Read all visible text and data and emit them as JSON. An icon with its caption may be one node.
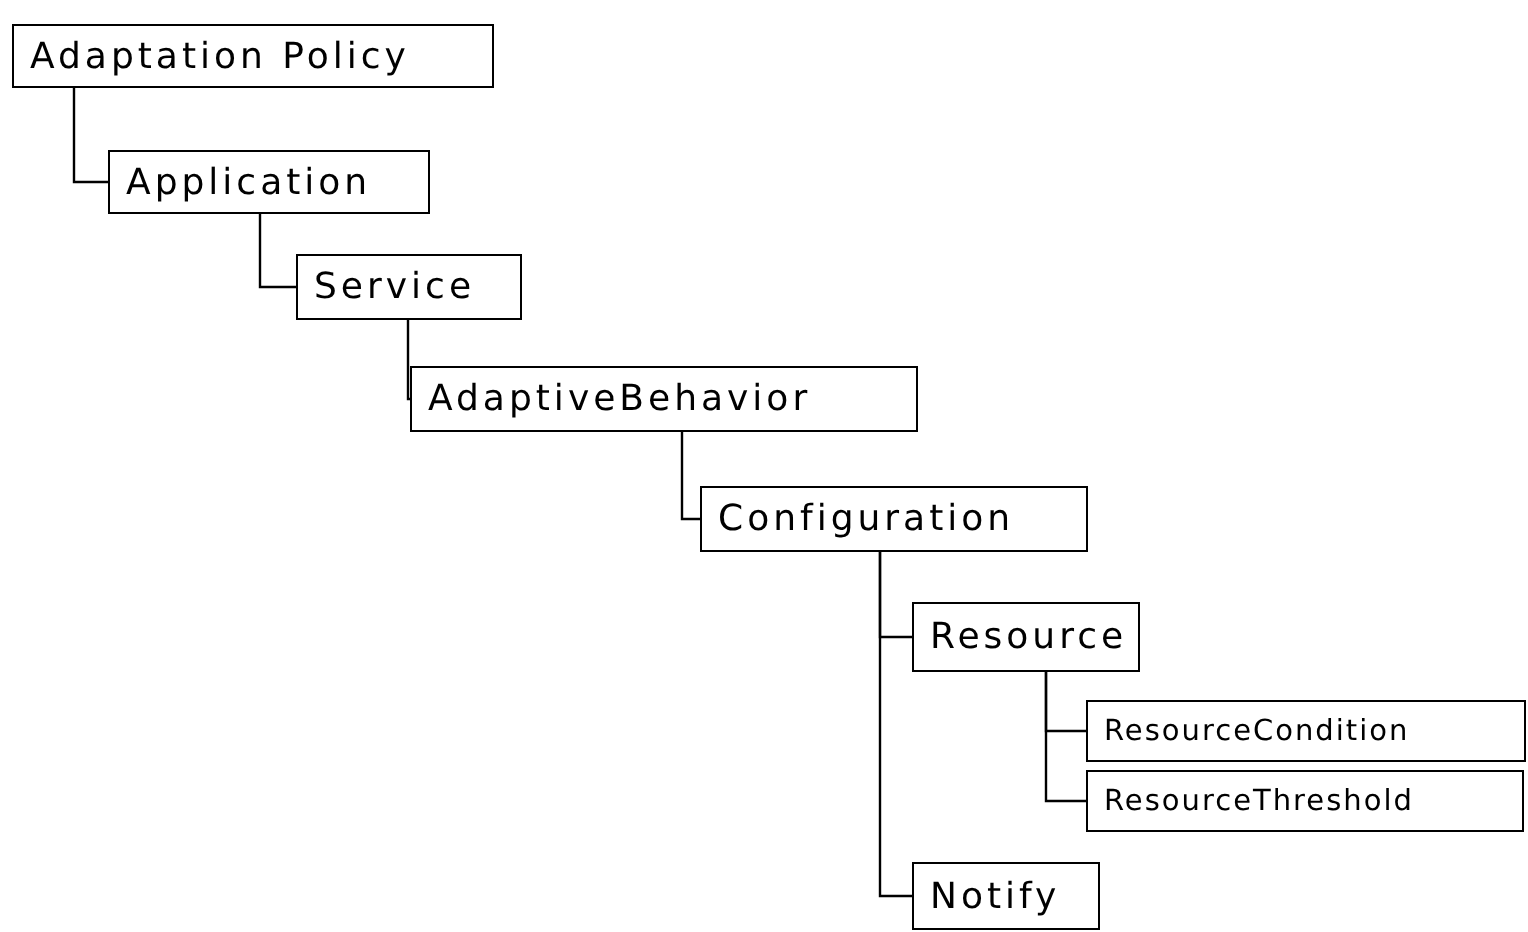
{
  "diagram": {
    "nodes": [
      {
        "text": [
          "Adaptation Policy"
        ]
      },
      {
        "text": [
          "Application"
        ]
      },
      {
        "text": [
          "Service"
        ]
      },
      {
        "text": [
          "AdaptiveBehavior"
        ]
      },
      {
        "text": [
          "Configuration"
        ]
      },
      {
        "text": [
          "Resource"
        ]
      },
      {
        "text": [
          "ResourceCondition"
        ]
      },
      {
        "text": [
          "ResourceThreshold"
        ]
      },
      {
        "text": [
          "Notify"
        ]
      }
    ],
    "edges": [
      {
        "from": 0,
        "to": 1,
        "arrow": "none"
      },
      {
        "from": 1,
        "to": 2,
        "arrow": "none"
      },
      {
        "from": 2,
        "to": 3,
        "arrow": "none"
      },
      {
        "from": 3,
        "to": 4,
        "arrow": "none"
      },
      {
        "from": 4,
        "to": 5,
        "arrow": "none"
      },
      {
        "from": 5,
        "to": 6,
        "arrow": "none"
      },
      {
        "from": 5,
        "to": 7,
        "arrow": "none"
      },
      {
        "from": 4,
        "to": 8,
        "arrow": "none"
      }
    ]
  }
}
